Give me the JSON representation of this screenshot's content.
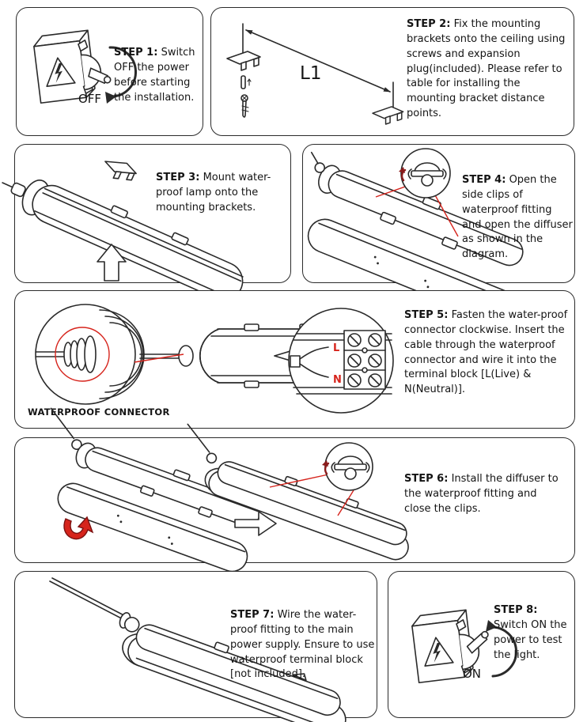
{
  "colors": {
    "background": "#ffffff",
    "line": "#2a2a2a",
    "text": "#141414",
    "accent_red": "#d6241c",
    "dark_red": "#8a1b1b"
  },
  "steps": [
    {
      "label": "STEP 1:",
      "text": "Switch OFF the power before starting the installation.",
      "switch_label": "OFF"
    },
    {
      "label": "STEP 2:",
      "text": "Fix the mounting brackets onto the ceiling using screws and expansion plug(included). Please refer to table for installing the mounting bracket distance points.",
      "dimension_label": "L1"
    },
    {
      "label": "STEP 3:",
      "text": "Mount water-proof lamp onto the mounting brackets."
    },
    {
      "label": "STEP 4:",
      "text": "Open the side clips of waterproof fitting and open the diffuser as shown in the diagram."
    },
    {
      "label": "STEP 5:",
      "text": "Fasten the water-proof connector clockwise. Insert the cable through the waterproof connector and wire it into the terminal block [L(Live) & N(Neutral)].",
      "caption": "WATERPROOF CONNECTOR",
      "terminal_live": "L",
      "terminal_neutral": "N"
    },
    {
      "label": "STEP 6:",
      "text": "Install the diffuser to the waterproof fitting and close the clips."
    },
    {
      "label": "STEP 7:",
      "text": "Wire the water-proof fitting to the main power supply. Ensure to use waterproof terminal block [not included]."
    },
    {
      "label": "STEP 8:",
      "text": "Switch ON the power to test the light.",
      "switch_label": "ON"
    }
  ]
}
